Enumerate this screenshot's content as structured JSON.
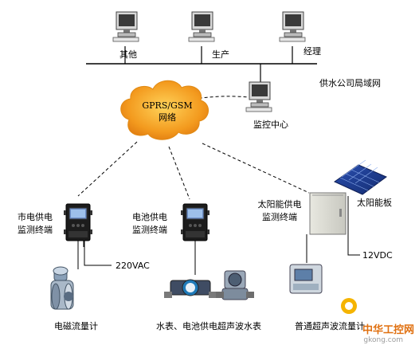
{
  "lan": {
    "label": "供水公司局域网",
    "computers": [
      {
        "label": "其他"
      },
      {
        "label": "生产"
      },
      {
        "label": "经理"
      }
    ]
  },
  "center": {
    "label": "监控中心"
  },
  "cloud": {
    "line1": "GPRS/GSM",
    "line2": "网络"
  },
  "terminals": {
    "mains": {
      "line1": "市电供电",
      "line2": "监测终端"
    },
    "battery": {
      "line1": "电池供电",
      "line2": "监测终端"
    },
    "solar": {
      "line1": "太阳能供电",
      "line2": "监测终端"
    }
  },
  "solar_panel": {
    "label": "太阳能板"
  },
  "power": {
    "ac": "220VAC",
    "dc": "12VDC"
  },
  "devices": {
    "em_meter": "电磁流量计",
    "water_meters": "水表、电池供电超声波水表",
    "ultrasonic": "普通超声波流量计"
  },
  "watermark": {
    "brand": "中华工控网",
    "url": "gkong.com"
  },
  "colors": {
    "line": "#000000",
    "cloud": "#f39a1e",
    "terminal": "#1a1a1a"
  }
}
